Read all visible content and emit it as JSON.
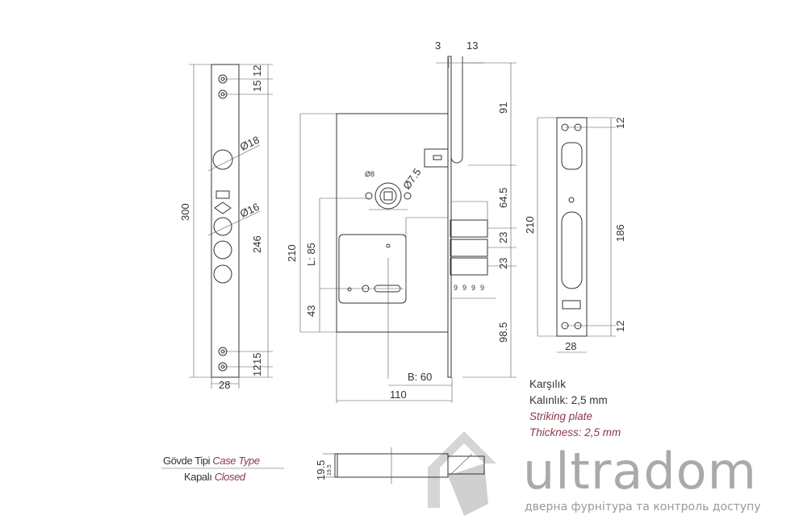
{
  "faceplate": {
    "height": "300",
    "hole_top_a": "12",
    "hole_top_b": "15",
    "span": "246",
    "hole_bot_a": "15",
    "hole_bot_b": "12",
    "width": "28",
    "dia_large": "Ø18",
    "dia_small": "Ø16"
  },
  "case": {
    "height": "210",
    "l": "L: 85",
    "bottom": "43",
    "spindle_dia": "Ø8",
    "pin_dia": "Ø7.5",
    "backset": "B: 60",
    "depth": "110",
    "fp_thickness": "3",
    "latch_width": "13",
    "top": "91",
    "latch_to_bolt": "64.5",
    "bolt_pitch_1": "23",
    "bolt_pitch_2": "23",
    "bolt_bottom": "98.5",
    "bolt_steps": [
      "9",
      "9",
      "9",
      "9"
    ]
  },
  "strike": {
    "height": "210",
    "span": "186",
    "top": "12",
    "bottom": "12",
    "width": "28"
  },
  "strike_note": {
    "line1": "Karşılık",
    "line2": "Kalınlık: 2,5 mm",
    "line3": "Striking plate",
    "line4": "Thickness: 2,5 mm"
  },
  "case_type": {
    "label_tr": "Gövde Tipi",
    "label_en": "Case Type",
    "value_tr": "Kapalı",
    "value_en": "Closed",
    "thickness": "19.5",
    "thickness_small": "19.5"
  },
  "brand": {
    "name": "ultradom",
    "tagline": "дверна фурнітура та контроль доступу",
    "logo_color": "#aaaaaa",
    "accent_text_color": "#8a3a4a"
  }
}
